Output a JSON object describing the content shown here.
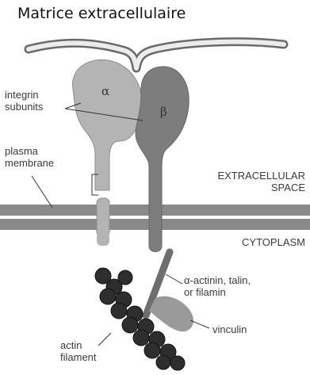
{
  "title": "Matrice extracellulaire",
  "labels": {
    "integrin_subunits": [
      "integrin",
      "subunits"
    ],
    "plasma_membrane": [
      "plasma",
      "membrane"
    ],
    "extracellular_space": [
      "EXTRACELLULAR",
      "SPACE"
    ],
    "cytoplasm": "CYTOPLASM",
    "alpha_actinin": [
      "α-actinin, talin,",
      "or filamin"
    ],
    "vinculin": "vinculin",
    "actin_filament": [
      "actin",
      "filament"
    ]
  },
  "subunit_symbols": {
    "alpha": "α",
    "beta": "β"
  },
  "colors": {
    "alpha_subunit": "#b4b4b4",
    "beta_subunit": "#7d7d7d",
    "membrane": "#8a8a8a",
    "matrix_fiber_fill": "#ececec",
    "matrix_fiber_stroke": "#6a6a6a",
    "actin": "#2e2e2e",
    "vinculin": "#9a9a9a",
    "linker": "#6e6e6e"
  }
}
